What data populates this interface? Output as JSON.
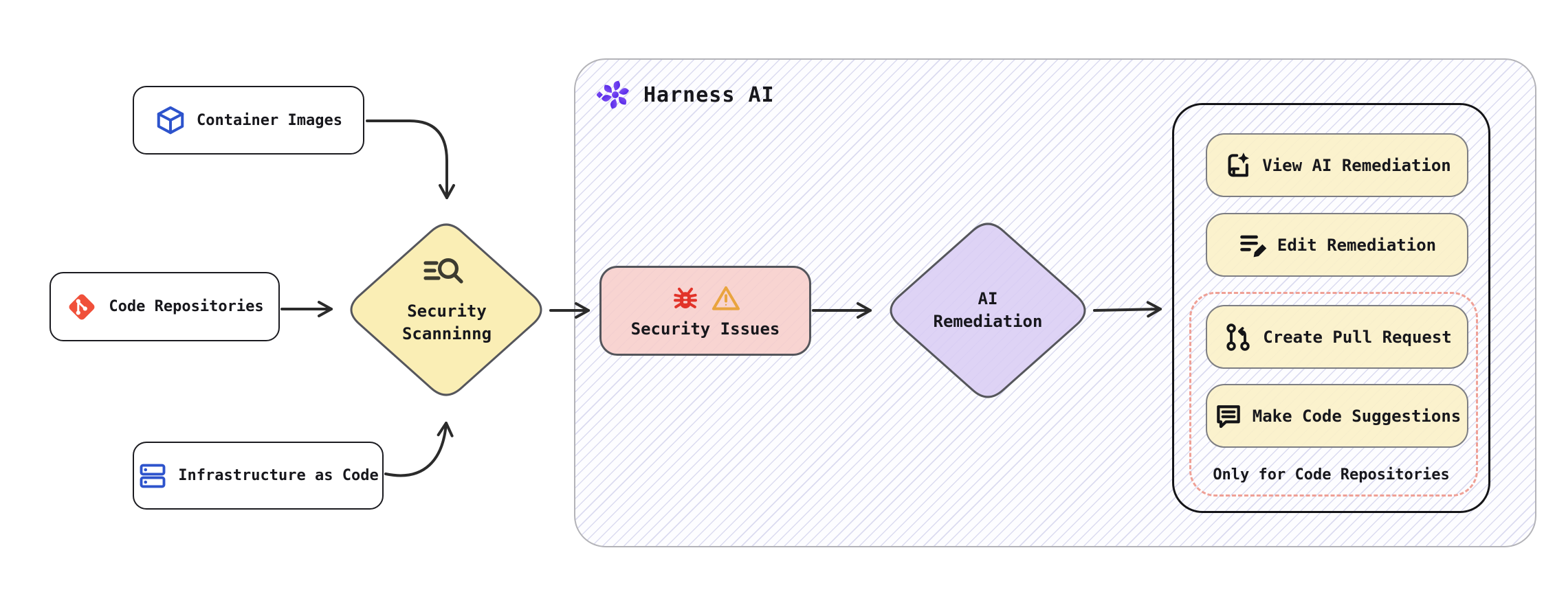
{
  "diagram": {
    "inputs": [
      {
        "label": "Container Images",
        "icon": "cube-icon"
      },
      {
        "label": "Code Repositories",
        "icon": "git-icon"
      },
      {
        "label": "Infrastructure as Code",
        "icon": "server-stack-icon"
      }
    ],
    "security_scanning": {
      "line1": "Security",
      "line2": "Scanninng",
      "icon": "scan-search-icon"
    },
    "security_issues": {
      "label": "Security Issues",
      "icons": [
        "bug-icon",
        "warning-icon"
      ]
    },
    "ai_remediation": {
      "line1": "AI",
      "line2": "Remediation"
    },
    "harness_ai": {
      "title": "Harness AI",
      "icon": "harness-logo-icon",
      "actions": [
        {
          "label": "View AI Remediation",
          "icon": "book-sparkle-icon"
        },
        {
          "label": "Edit Remediation",
          "icon": "edit-list-icon"
        },
        {
          "label": "Create Pull Request",
          "icon": "pull-request-icon"
        },
        {
          "label": "Make Code Suggestions",
          "icon": "comment-lines-icon"
        }
      ],
      "note": "Only for Code Repositories"
    },
    "colors": {
      "node_yellow": "#faeeb5",
      "button_yellow": "#fbf1c8",
      "issue_pink": "#f7cecb",
      "remediation_purple": "#d9cdf4",
      "harness_purple": "#6938f2",
      "icon_blue": "#2d53cc",
      "git_red": "#f0503a",
      "bug_red": "#e23329",
      "warning_orange": "#e9a43f",
      "dashed_red": "#efa096",
      "hatch_line": "#dbdbf0",
      "stroke_dark": "#2b2b2b"
    }
  }
}
